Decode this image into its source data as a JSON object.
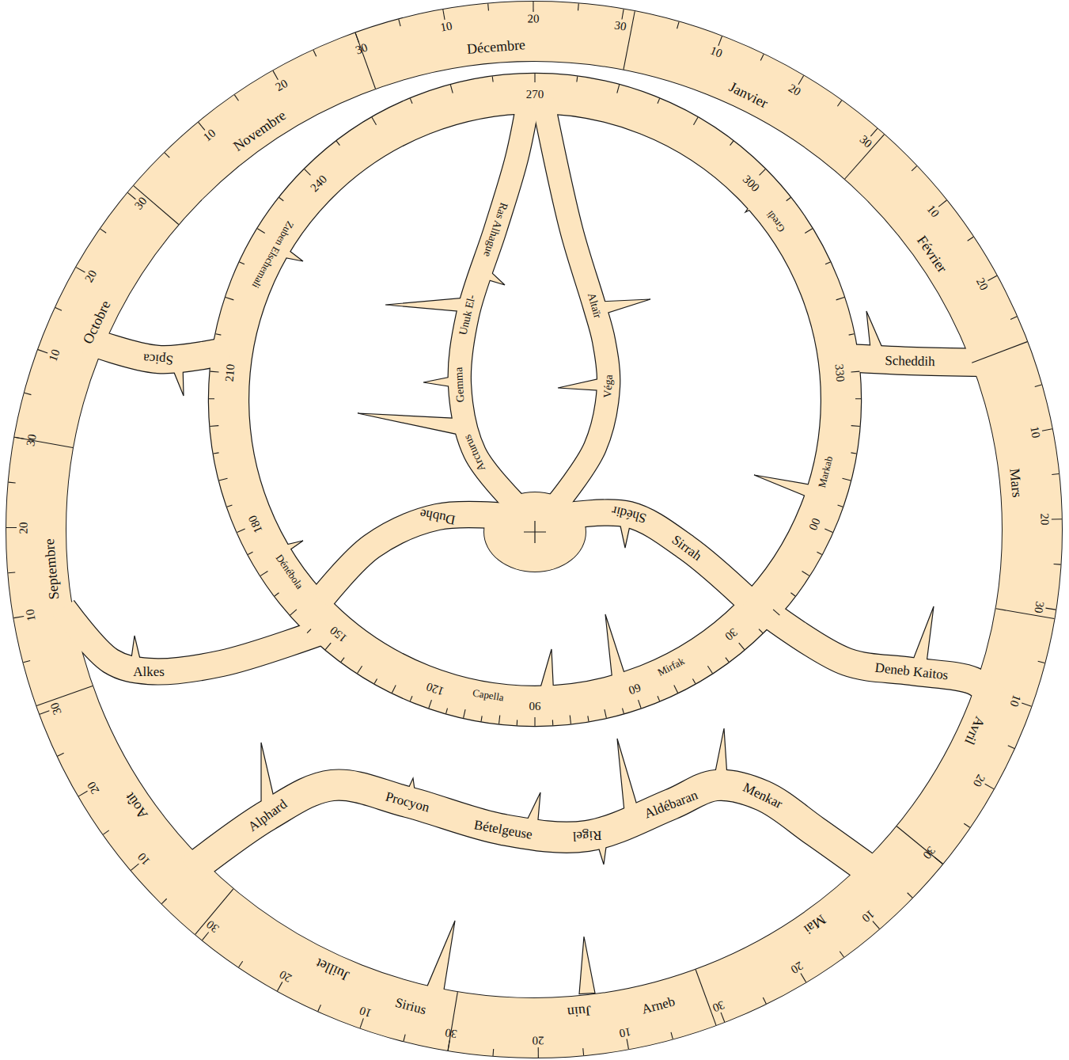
{
  "diagram": {
    "nodes": [
      {
        "text": [
          "Janvier",
          "10",
          "20",
          "30",
          "Février",
          "10",
          "20",
          "Mars",
          "10",
          "20",
          "30",
          "Avril",
          "10",
          "20",
          "30",
          "Mai",
          "10",
          "20",
          "30",
          "Juin",
          "10",
          "20",
          "30",
          "Juillet",
          "10",
          "20",
          "30",
          "Août",
          "10",
          "20",
          "30",
          "Septembre",
          "10",
          "20",
          "30",
          "Octobre",
          "10",
          "20",
          "30",
          "Novembre",
          "10",
          "20",
          "30",
          "Décembre",
          "10",
          "20",
          "30"
        ]
      },
      {
        "text": [
          "270",
          "300",
          "Gredi",
          "330",
          "Markab",
          "00",
          "30",
          "Mirfak",
          "60",
          "90",
          "Capella",
          "120",
          "150",
          "Dénébola",
          "180",
          "210",
          "Zuben Elschemali",
          "240"
        ],
        "in": 0
      }
    ],
    "labels": [
      "Spica",
      "Scheddih",
      "Alkes",
      "Deneb Kaitos",
      "Ras Alhague",
      "Unuk El-",
      "Gemma",
      "Arcturus",
      "Altaïr",
      "Véga",
      "Dubhe",
      "Shédir",
      "Sirrah",
      "Alphard",
      "Procyon",
      "Bételgeuse",
      "Rigel",
      "Aldébaran",
      "Menkar",
      "Sirius",
      "Arneb"
    ]
  }
}
